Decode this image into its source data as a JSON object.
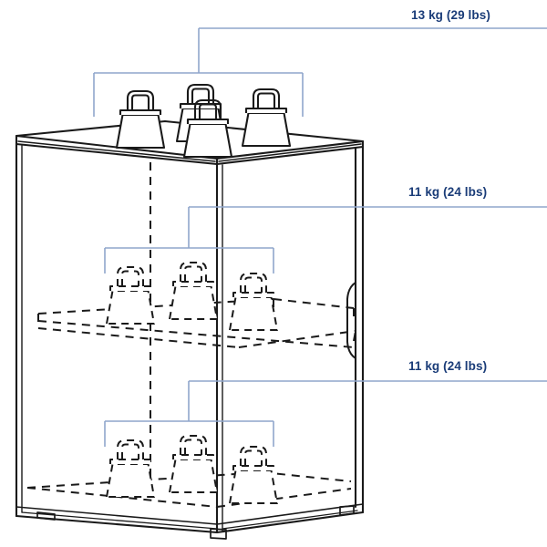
{
  "illustration": {
    "title": "Cabinet load capacity diagram",
    "type": "isometric-line-drawing",
    "object": "two-door cabinet with two internal shelves",
    "colors": {
      "outline": "#1a1a1a",
      "leader_line": "#8fa6cc",
      "label_text": "#1a3c78",
      "background": "#ffffff"
    }
  },
  "labels": {
    "top": "13 kg (29 lbs)",
    "middle": "11 kg (24 lbs)",
    "bottom": "11 kg (24 lbs)"
  },
  "capacities": [
    {
      "id": "cabinet-top",
      "surface": "cabinet top",
      "kg": 13,
      "lbs": 29,
      "text": "13 kg (29 lbs)",
      "weights_shown": 4,
      "line_style": "solid"
    },
    {
      "id": "upper-shelf",
      "surface": "upper shelf",
      "kg": 11,
      "lbs": 24,
      "text": "11 kg (24 lbs)",
      "weights_shown": 3,
      "line_style": "dashed"
    },
    {
      "id": "lower-shelf",
      "surface": "lower shelf",
      "kg": 11,
      "lbs": 24,
      "text": "11 kg (24 lbs)",
      "weights_shown": 3,
      "line_style": "dashed"
    }
  ],
  "parts": {
    "top_panel": "cabinet top panel",
    "left_panel": "left side panel",
    "right_door": "right door with recessed handle",
    "middle_shelf": "middle shelf (hidden, dashed)",
    "bottom_shelf": "bottom panel",
    "feet": "adjustable feet",
    "handle": "recessed vertical door handle",
    "center_line": "vertical centre line of cabinet"
  }
}
